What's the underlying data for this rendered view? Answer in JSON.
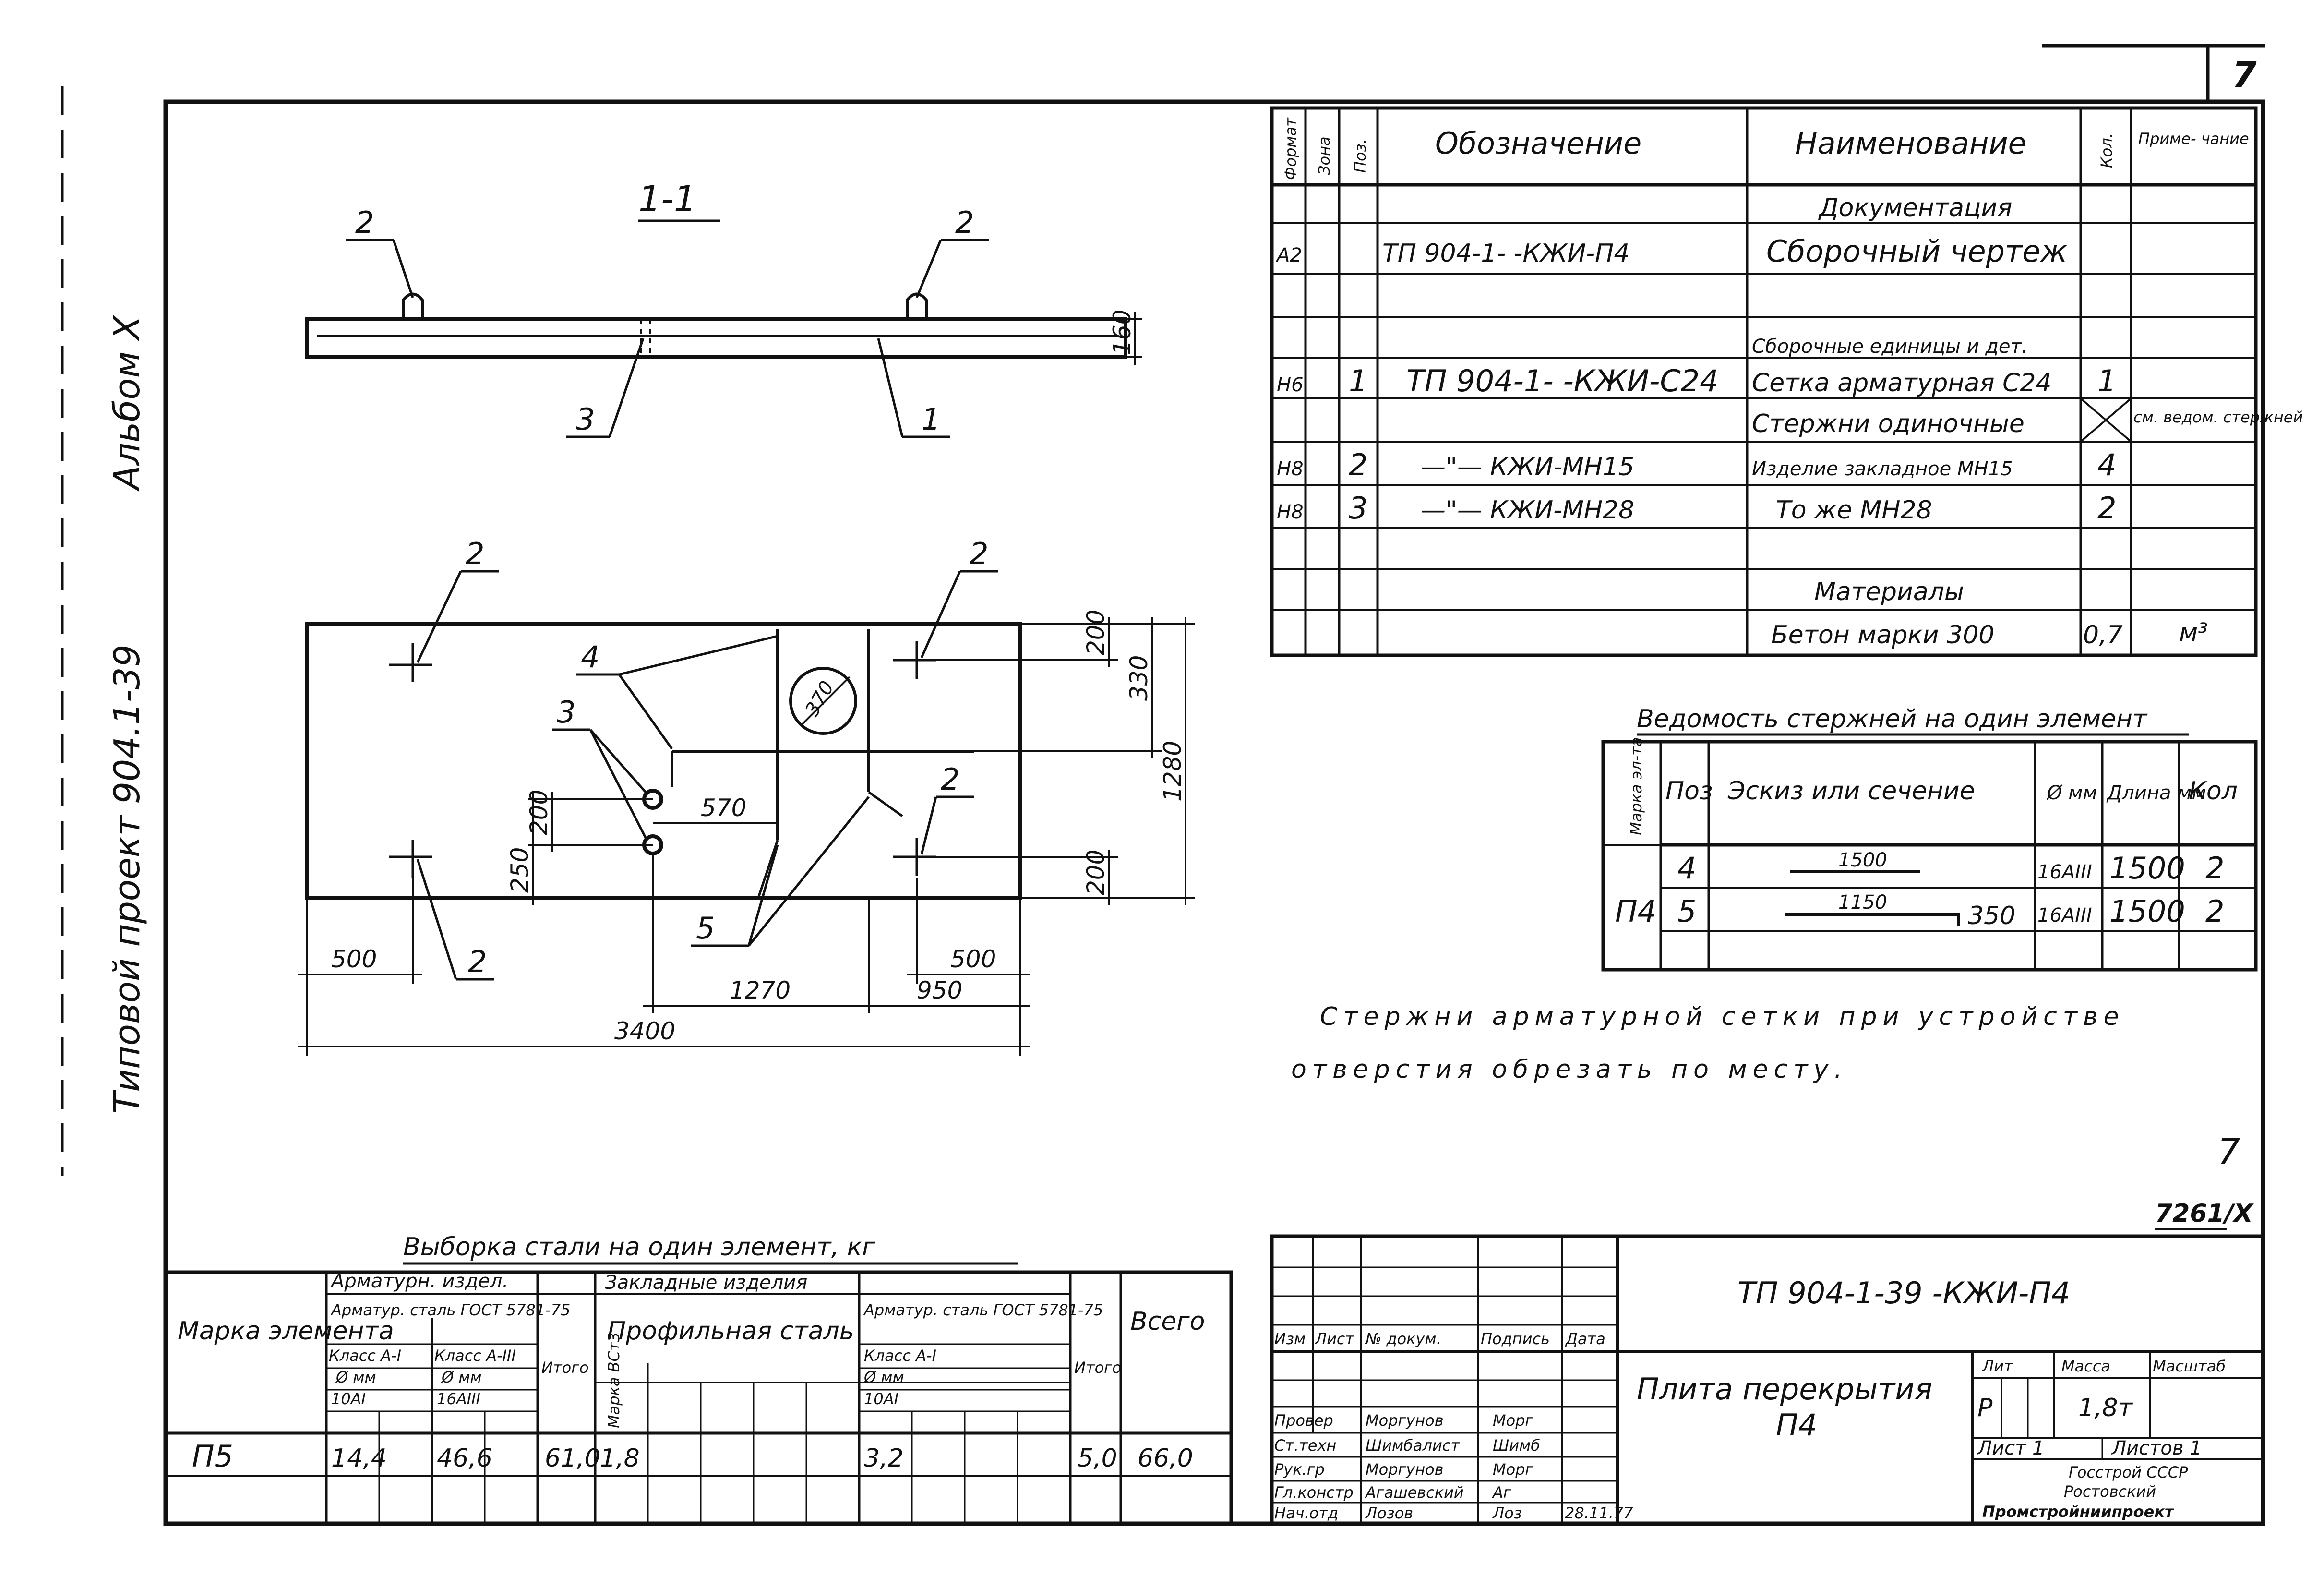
{
  "page_number": "7",
  "side_title": {
    "album": "Альбом X",
    "project": "Типовой проект 904.1-39"
  },
  "section": {
    "title": "1-1",
    "pos1": "1",
    "pos2a": "2",
    "pos2b": "2",
    "pos3": "3",
    "thickness": "160"
  },
  "plan": {
    "labels": {
      "p2a": "2",
      "p2b": "2",
      "p2c": "2",
      "p2d": "2",
      "p3": "3",
      "p4": "4",
      "p5": "5"
    },
    "dims": {
      "d200a": "200",
      "d330": "330",
      "d1280": "1280",
      "d200b": "200",
      "d370": "370",
      "d570": "570",
      "d250": "250",
      "d200c": "200",
      "d500a": "500",
      "d500b": "500",
      "d1270": "1270",
      "d950": "950",
      "d3400": "3400"
    }
  },
  "spec": {
    "headers": {
      "format": "Формат",
      "zone": "Зона",
      "pos": "Поз.",
      "designation": "Обозначение",
      "name": "Наименование",
      "qty": "Кол.",
      "note": "Приме- чание"
    },
    "rows": [
      {
        "format": "",
        "pos": "",
        "designation": "",
        "name": "Документация",
        "qty": "",
        "note": ""
      },
      {
        "format": "А2",
        "pos": "",
        "designation": "ТП 904-1- -КЖИ-П4",
        "name": "Сборочный чертеж",
        "qty": "",
        "note": ""
      },
      {
        "format": "",
        "pos": "",
        "designation": "",
        "name": "Сборочные единицы и дет.",
        "qty": "",
        "note": ""
      },
      {
        "format": "Н6",
        "pos": "1",
        "designation": "ТП 904-1- -КЖИ-С24",
        "name": "Сетка арматурная С24",
        "qty": "1",
        "note": ""
      },
      {
        "format": "",
        "pos": "",
        "designation": "",
        "name": "Стержни одиночные",
        "qty": "",
        "note": "см. ведом. стержней"
      },
      {
        "format": "Н8",
        "pos": "2",
        "designation": "—\"— КЖИ-МН15",
        "name": "Изделие закладное МН15",
        "qty": "4",
        "note": ""
      },
      {
        "format": "Н8",
        "pos": "3",
        "designation": "—\"— КЖИ-МН28",
        "name": "То же МН28",
        "qty": "2",
        "note": ""
      },
      {
        "format": "",
        "pos": "",
        "designation": "",
        "name": "",
        "qty": "",
        "note": ""
      },
      {
        "format": "",
        "pos": "",
        "designation": "",
        "name": "Материалы",
        "qty": "",
        "note": ""
      },
      {
        "format": "",
        "pos": "",
        "designation": "",
        "name": "Бетон марки 300",
        "qty": "0,7",
        "note": "м³"
      }
    ]
  },
  "rods": {
    "title": "Ведомость стержней на один элемент",
    "headers": {
      "mark": "Марка эл-та",
      "pos": "Поз",
      "sketch": "Эскиз или сечение",
      "dia": "Ø мм",
      "length": "Длина мм",
      "qty": "Кол"
    },
    "mark": "П4",
    "rows": [
      {
        "pos": "4",
        "sketch_len": "1500",
        "sketch_hook": "",
        "dia": "16АIII",
        "length": "1500",
        "qty": "2"
      },
      {
        "pos": "5",
        "sketch_len": "1150",
        "sketch_hook": "350",
        "dia": "16АIII",
        "length": "1500",
        "qty": "2"
      }
    ]
  },
  "note": {
    "line1": "Стержни арматурной сетки при устройстве",
    "line2": "отверстия обрезать по месту."
  },
  "sheet_mark": {
    "num": "7",
    "code": "7261/X"
  },
  "steel": {
    "title": "Выборка стали на один элемент, кг",
    "h_mark": "Марка элемента",
    "h_arm": "Арматурн. издел.",
    "h_arm_steel": "Арматур. сталь ГОСТ 5781-75",
    "h_cl1": "Класс А-I",
    "h_cl3": "Класс А-III",
    "h_d1": "Ø мм",
    "h_d2": "Ø мм",
    "h_v1": "10АI",
    "h_v2": "16АIII",
    "h_total1": "Итого",
    "h_emb": "Закладные изделия",
    "h_prof": "Профильная сталь",
    "h_prof_sub": "Марка ВСт3",
    "h_emb_steel": "Арматур. сталь ГОСТ 5781-75",
    "h_emb_cl": "Класс А-I",
    "h_emb_d": "Ø мм",
    "h_emb_v": "10АI",
    "h_total2": "Итого",
    "h_all": "Всего",
    "row": {
      "mark": "П5",
      "a1": "14,4",
      "a2": "46,6",
      "t1": "61,0",
      "p": "1,8",
      "e": "3,2",
      "t2": "5,0",
      "all": "66,0"
    }
  },
  "stamp": {
    "code": "ТП 904-1-39 -КЖИ-П4",
    "title": "Плита перекрытия",
    "mark": "П4",
    "h_izm": "Изм",
    "h_list": "Лист",
    "h_doc": "№ докум.",
    "h_sign": "Подпись",
    "h_date": "Дата",
    "h_lit": "Лит",
    "h_mass": "Масса",
    "h_scale": "Масштаб",
    "lit": "Р",
    "mass": "1,8т",
    "sheet": "Лист 1",
    "sheets": "Листов 1",
    "roles": [
      {
        "role": "Провер",
        "name": "Моргунов",
        "sign": "Морг",
        "date": ""
      },
      {
        "role": "Ст.техн",
        "name": "Шимбалист",
        "sign": "Шимб",
        "date": ""
      },
      {
        "role": "Рук.гр",
        "name": "Моргунов",
        "sign": "Морг",
        "date": ""
      },
      {
        "role": "Гл.констр",
        "name": "Агашевский",
        "sign": "Аг",
        "date": ""
      },
      {
        "role": "Нач.отд",
        "name": "Лозов",
        "sign": "Лоз",
        "date": "28.11.77"
      }
    ],
    "org1": "Госстрой СССР",
    "org2": "Ростовский",
    "org3": "Промстройниипроект"
  }
}
